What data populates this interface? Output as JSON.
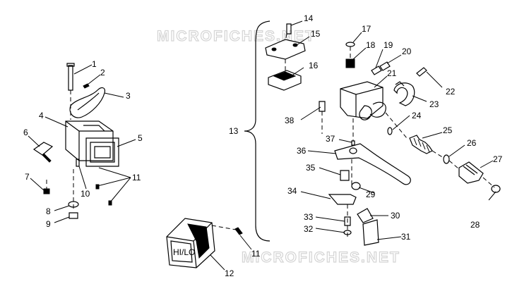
{
  "watermark": "MICROFICHES.NET",
  "callouts": [
    "1",
    "2",
    "3",
    "4",
    "5",
    "6",
    "7",
    "8",
    "9",
    "10",
    "11",
    "11",
    "11",
    "12",
    "13",
    "14",
    "15",
    "16",
    "17",
    "18",
    "19",
    "20",
    "21",
    "22",
    "23",
    "24",
    "25",
    "26",
    "27",
    "28",
    "29",
    "30",
    "31",
    "32",
    "33",
    "34",
    "35",
    "36",
    "37",
    "38"
  ],
  "switch_label": "HI/LO"
}
